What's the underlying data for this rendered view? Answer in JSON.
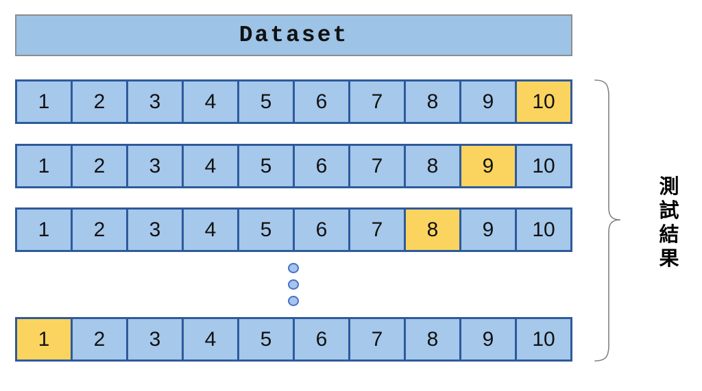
{
  "header": {
    "title": "Dataset"
  },
  "rows": [
    {
      "cells": [
        1,
        2,
        3,
        4,
        5,
        6,
        7,
        8,
        9,
        10
      ],
      "test_fold": 10
    },
    {
      "cells": [
        1,
        2,
        3,
        4,
        5,
        6,
        7,
        8,
        9,
        10
      ],
      "test_fold": 9
    },
    {
      "cells": [
        1,
        2,
        3,
        4,
        5,
        6,
        7,
        8,
        9,
        10
      ],
      "test_fold": 8
    },
    {
      "cells": [
        1,
        2,
        3,
        4,
        5,
        6,
        7,
        8,
        9,
        10
      ],
      "test_fold": 1
    }
  ],
  "ellipsis": {
    "dot_count": 3
  },
  "side_label": {
    "text": "測試結果"
  },
  "colors": {
    "cell_fill": "#A5C8EB",
    "cell_border": "#2E5A9B",
    "highlight_fill": "#FAD45F",
    "header_fill": "#9DC3E6",
    "header_border": "#8C8C8C",
    "dot_fill": "#A7C4EE",
    "dot_border": "#4472C4",
    "brace_color": "#808080",
    "text_color": "#111111"
  }
}
